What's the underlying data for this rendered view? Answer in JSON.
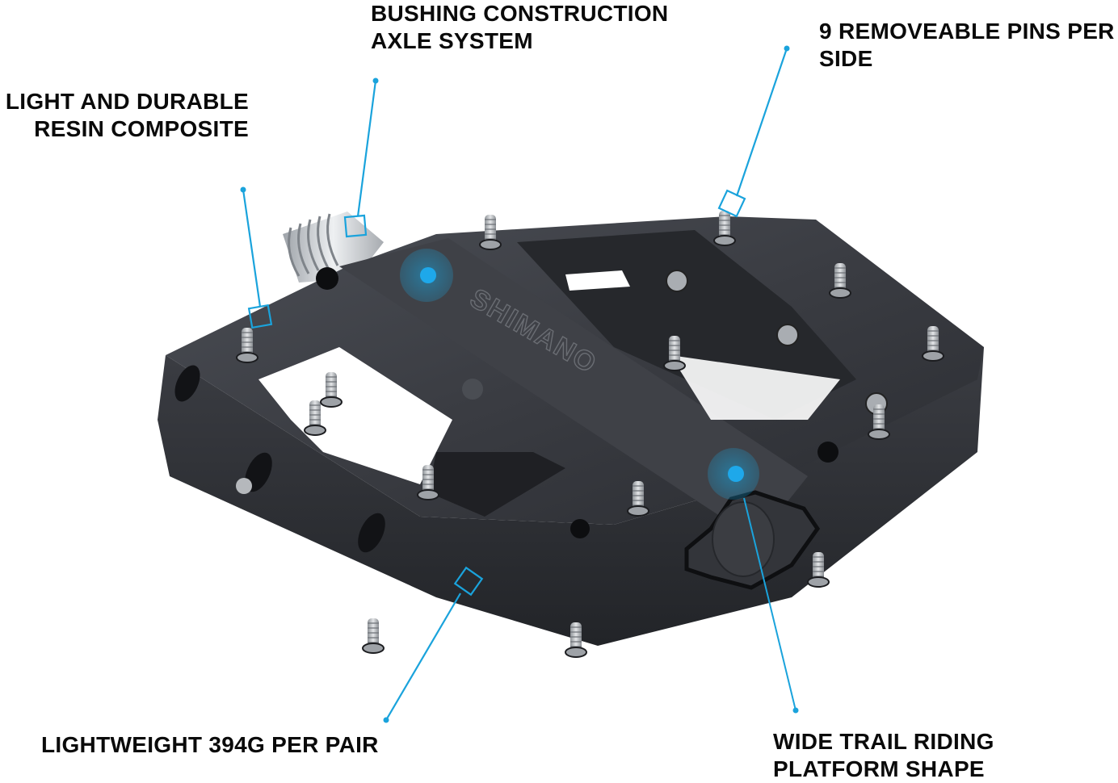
{
  "accent_color": "#1aa3dc",
  "pedal": {
    "brand_mark": "SHIMANO",
    "body_color": "#3a3c42",
    "body_dark": "#25272b",
    "body_light": "#55585f",
    "pin_color": "#b9bcc0",
    "axle_color": "#c9cdd2",
    "pins_per_side": 9
  },
  "callouts": [
    {
      "id": "bushing",
      "lines": [
        "BUSHING CONSTRUCTION",
        "AXLE SYSTEM"
      ],
      "marker": "square"
    },
    {
      "id": "pins",
      "lines": [
        "9 REMOVEABLE PINS PER",
        "SIDE"
      ],
      "marker": "square"
    },
    {
      "id": "resin",
      "lines": [
        "LIGHT AND DURABLE",
        "RESIN COMPOSITE"
      ],
      "marker": "square"
    },
    {
      "id": "weight",
      "lines": [
        "LIGHTWEIGHT 394G PER PAIR"
      ],
      "marker": "square"
    },
    {
      "id": "platform",
      "lines": [
        "WIDE TRAIL RIDING",
        "PLATFORM SHAPE"
      ],
      "marker": "circle"
    }
  ]
}
